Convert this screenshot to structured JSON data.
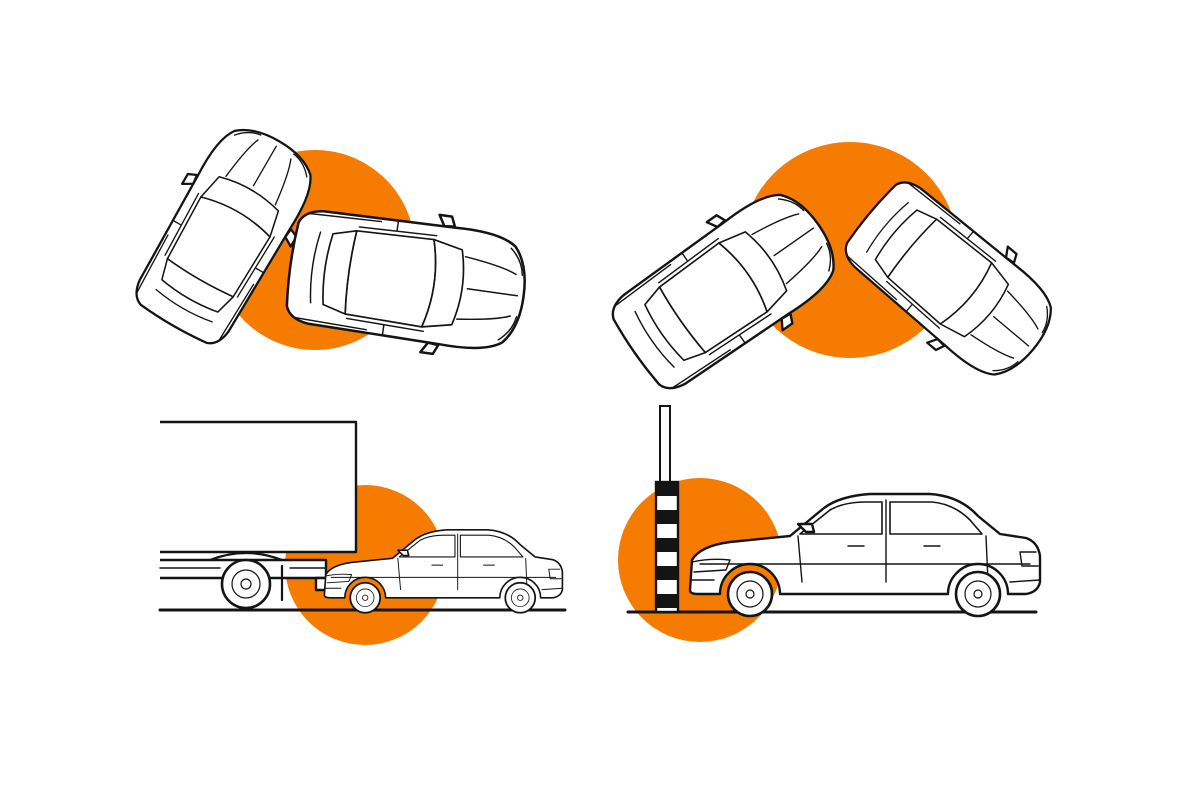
{
  "colors": {
    "accent": "#f57c00",
    "line": "#141414",
    "background": "#ffffff"
  },
  "panels": [
    {
      "id": "top-left",
      "scene": "side-impact-top-view"
    },
    {
      "id": "top-right",
      "scene": "corner-impact-top-view"
    },
    {
      "id": "bottom-left",
      "scene": "underride-collision-with-truck"
    },
    {
      "id": "bottom-right",
      "scene": "frontal-collision-with-pole"
    }
  ]
}
